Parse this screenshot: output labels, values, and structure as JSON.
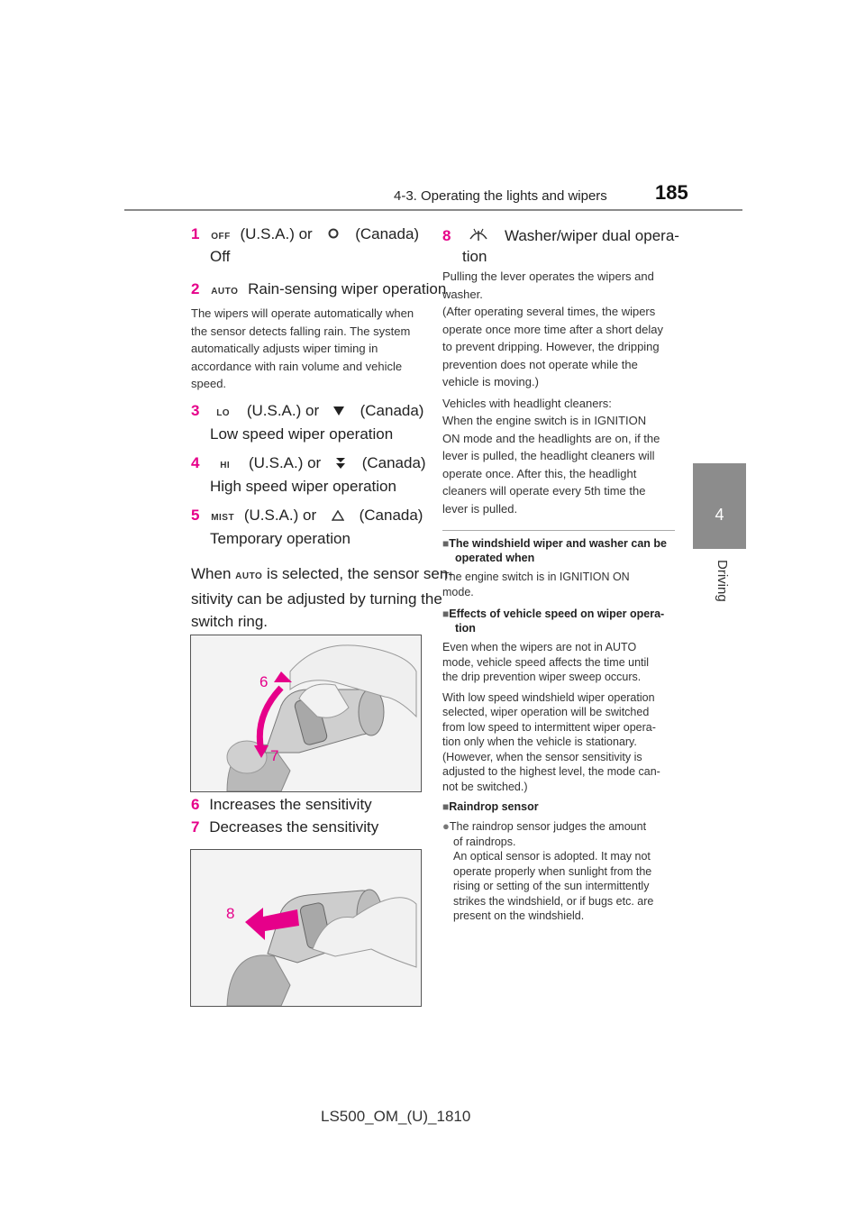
{
  "header": {
    "section": "4-3. Operating the lights and wipers",
    "page_number": "185"
  },
  "side_tab": {
    "number": "4",
    "label": "Driving"
  },
  "left": {
    "item1": {
      "num": "1",
      "sym": "OFF",
      "usa": "(U.S.A.) or",
      "canada": "(Canada)",
      "desc": "Off"
    },
    "item2": {
      "num": "2",
      "sym": "AUTO",
      "desc": "Rain-sensing wiper operation"
    },
    "item2_body": [
      "The wipers will operate automatically when",
      "the sensor detects falling rain. The system",
      "automatically adjusts wiper timing in",
      "accordance with rain volume and vehicle",
      "speed."
    ],
    "item3": {
      "num": "3",
      "sym": "LO",
      "usa": "(U.S.A.) or",
      "canada": "(Canada)",
      "desc": "Low speed wiper operation"
    },
    "item4": {
      "num": "4",
      "sym": "HI",
      "usa": "(U.S.A.) or",
      "canada": "(Canada)",
      "desc": "High speed wiper operation"
    },
    "item5": {
      "num": "5",
      "sym": "MIST",
      "usa": "(U.S.A.) or",
      "canada": "(Canada)",
      "desc": "Temporary operation"
    },
    "when_para": {
      "prefix": "When",
      "sym": "AUTO",
      "line1": "is selected, the sensor sen-",
      "line2": "sitivity can be adjusted by turning the",
      "line3": "switch ring."
    },
    "fig1": {
      "label_6": "6",
      "label_7": "7"
    },
    "item6": {
      "num": "6",
      "desc": "Increases the sensitivity"
    },
    "item7": {
      "num": "7",
      "desc": "Decreases the sensitivity"
    },
    "fig2": {
      "label_8": "8"
    }
  },
  "right": {
    "item8": {
      "num": "8",
      "line1": "Washer/wiper dual opera-",
      "line2": "tion"
    },
    "item8_body": [
      "Pulling the lever operates the wipers and",
      "washer.",
      "(After operating several times, the wipers",
      "operate once more time after a short delay",
      "to prevent dripping. However, the dripping",
      "prevention does not operate while the",
      "vehicle is moving.)"
    ],
    "item8_body2": [
      "Vehicles with headlight cleaners:",
      "When the engine switch is in IGNITION",
      "ON mode and the headlights are on, if the",
      "lever is pulled, the headlight cleaners will",
      "operate once. After this, the headlight",
      "cleaners will operate every 5th time the",
      "lever is pulled."
    ],
    "sec1": {
      "title1": "The windshield wiper and washer can be",
      "title2": "operated when",
      "body": [
        "The engine switch is in IGNITION ON",
        "mode."
      ]
    },
    "sec2": {
      "title1": "Effects of vehicle speed on wiper opera-",
      "title2": "tion",
      "body1": [
        "Even when the wipers are not in AUTO",
        "mode, vehicle speed affects the time until",
        "the drip prevention wiper sweep occurs."
      ],
      "body2": [
        "With low speed windshield wiper operation",
        "selected, wiper operation will be switched",
        "from low speed to intermittent wiper opera-",
        "tion only when the vehicle is stationary.",
        "(However, when the sensor sensitivity is",
        "adjusted to the highest level, the mode can-",
        "not be switched.)"
      ]
    },
    "sec3": {
      "title": "Raindrop sensor",
      "bullet": [
        "The raindrop sensor judges the amount",
        "of raindrops.",
        "An optical sensor is adopted. It may not",
        "operate properly when sunlight from the",
        "rising or setting of the sun intermittently",
        "strikes the windshield, or if bugs etc. are",
        "present on the windshield."
      ]
    }
  },
  "footer": "LS500_OM_(U)_1810",
  "colors": {
    "accent": "#e6008a",
    "tab": "#8c8c8c",
    "rule": "#8a8a8a"
  }
}
